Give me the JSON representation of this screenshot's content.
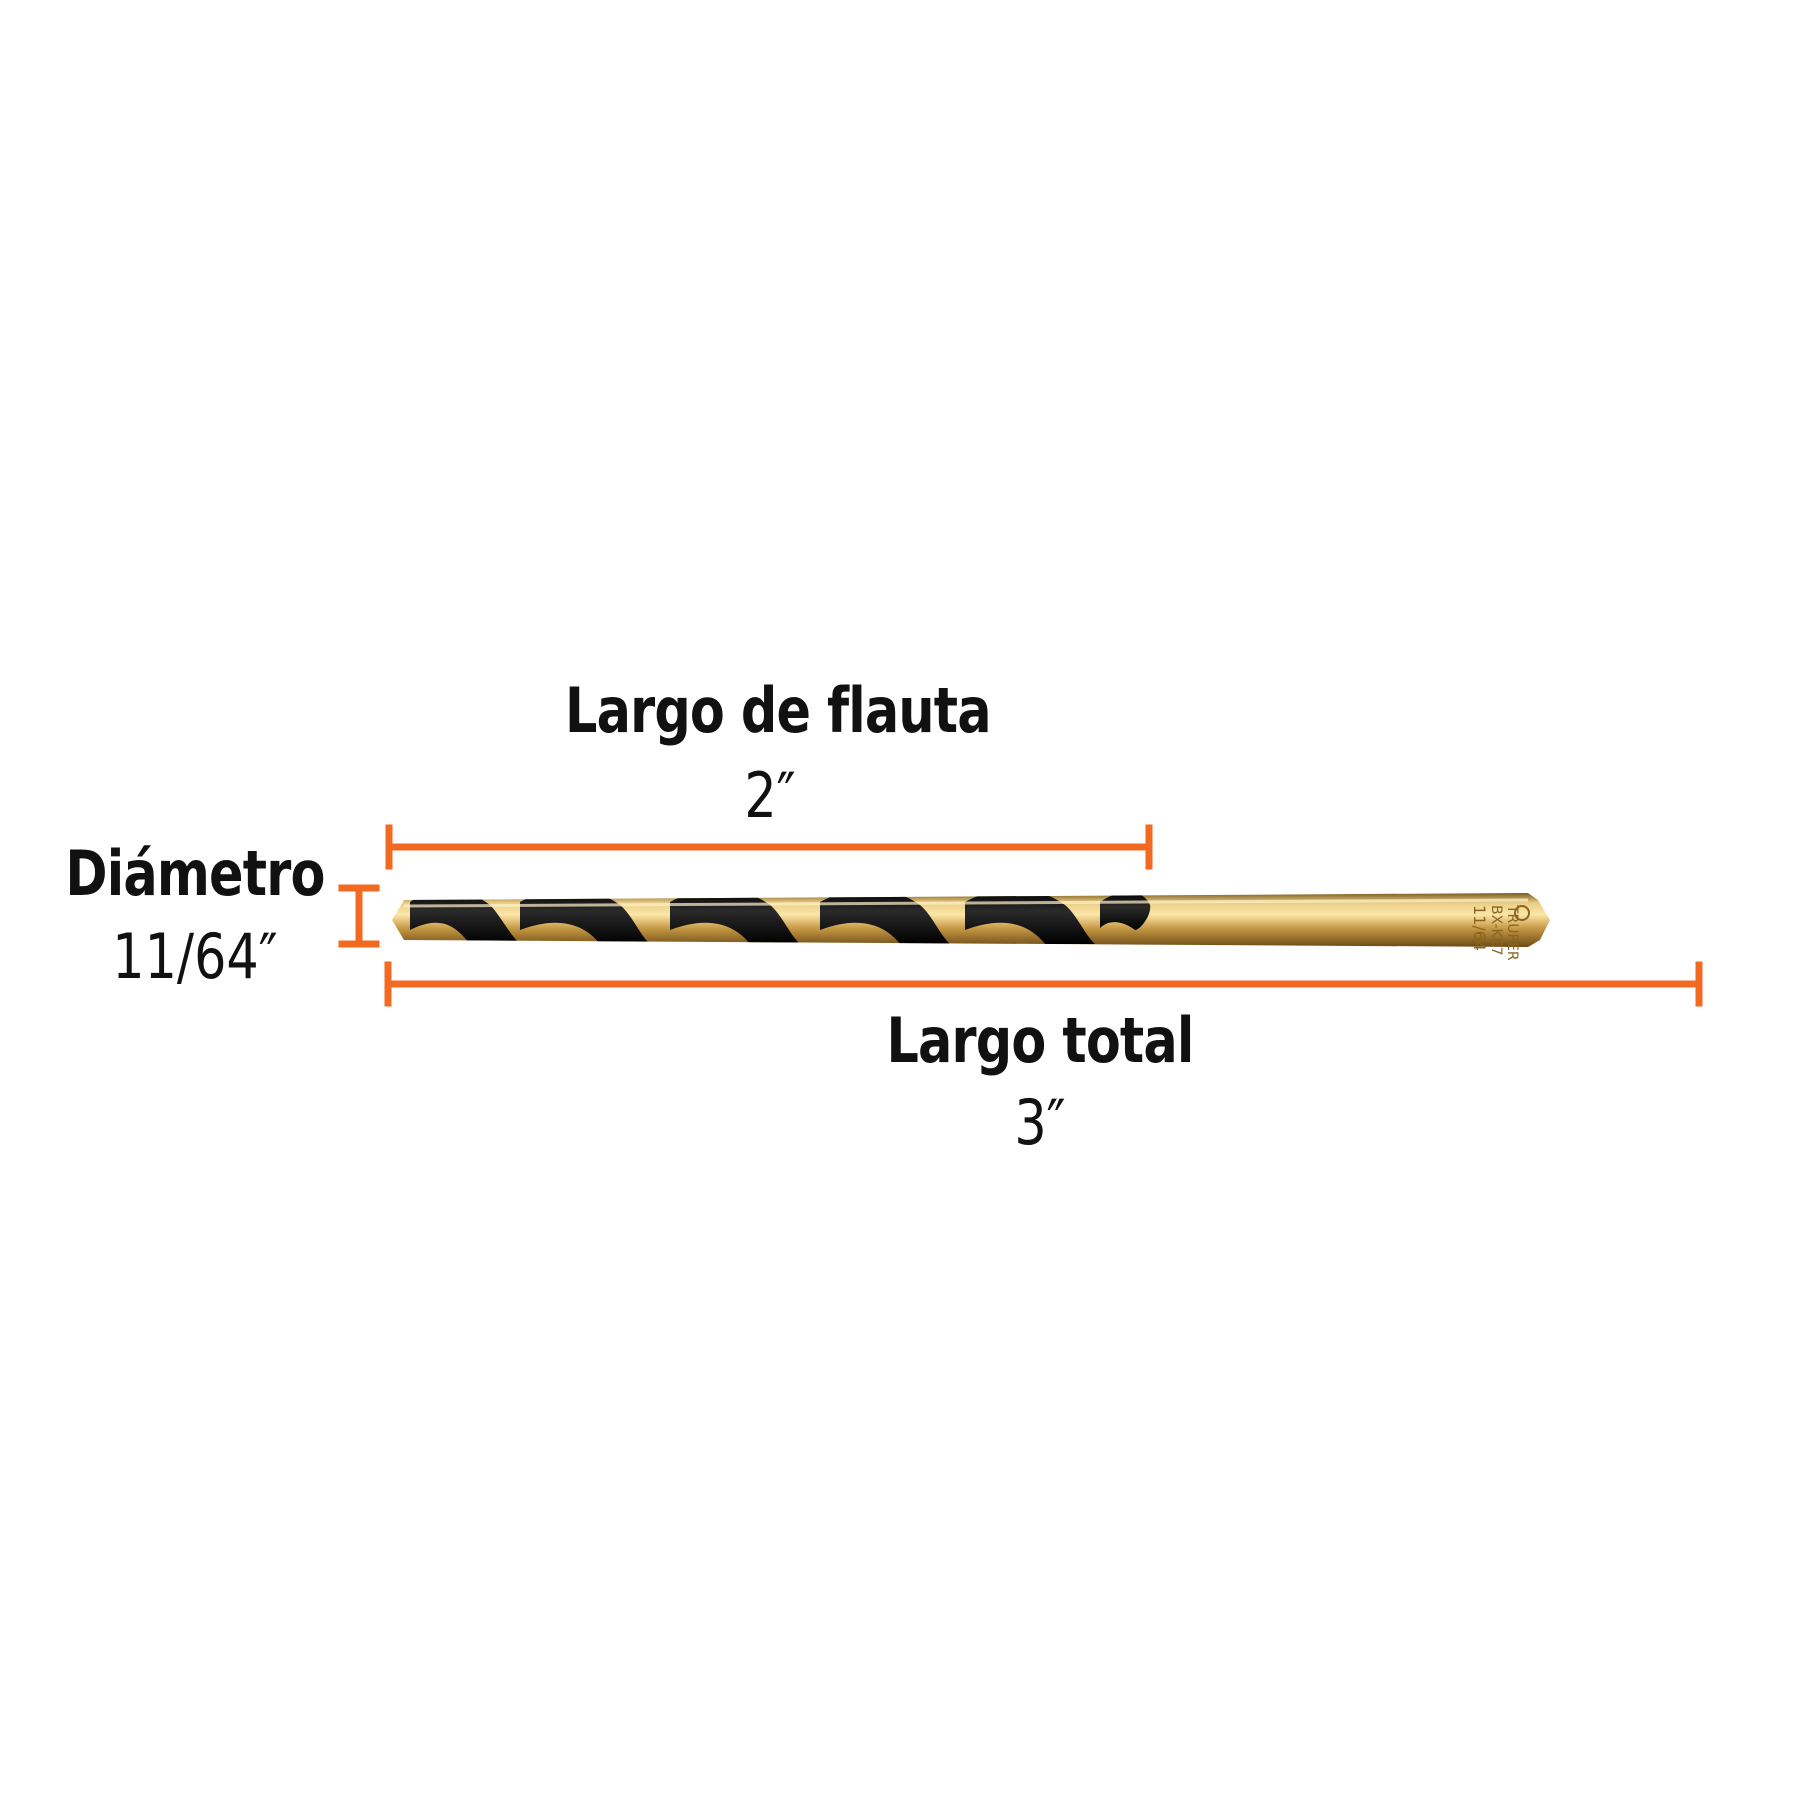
{
  "colors": {
    "accent": "#F26A21",
    "gold": "#C9A24A",
    "black": "#111111",
    "background": "#FFFFFF"
  },
  "flute": {
    "title": "Largo de flauta",
    "value": "2″"
  },
  "diameter": {
    "title": "Diámetro",
    "value": "11/64″"
  },
  "total": {
    "title": "Largo total",
    "value": "3″"
  },
  "bit_marking": {
    "brand": "TRUPER",
    "code": "BX-KE7",
    "size": "11/64"
  }
}
